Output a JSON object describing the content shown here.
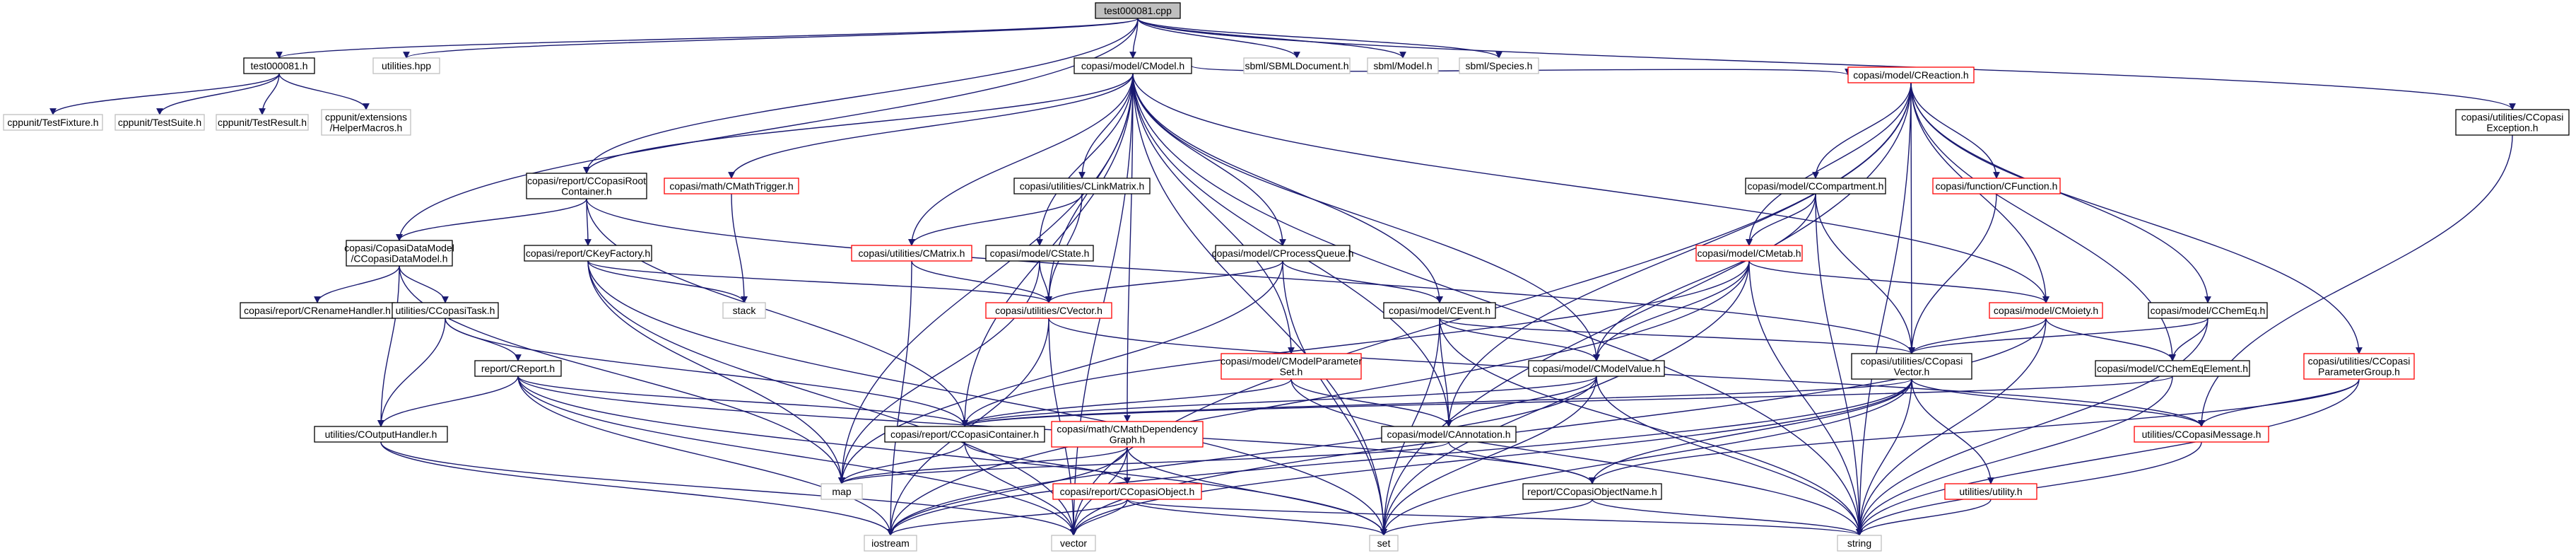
{
  "diagram": {
    "nodes": [
      {
        "id": "root",
        "lines": [
          "test000081.cpp"
        ],
        "kind": "root"
      },
      {
        "id": "t81h",
        "lines": [
          "test000081.h"
        ],
        "kind": "normal"
      },
      {
        "id": "utilhpp",
        "lines": [
          "utilities.hpp"
        ],
        "kind": "plain"
      },
      {
        "id": "cmodel",
        "lines": [
          "copasi/model/CModel.h"
        ],
        "kind": "normal"
      },
      {
        "id": "sbmldoc",
        "lines": [
          "sbml/SBMLDocument.h"
        ],
        "kind": "plain"
      },
      {
        "id": "sbmlmodel",
        "lines": [
          "sbml/Model.h"
        ],
        "kind": "plain"
      },
      {
        "id": "sbmlspecies",
        "lines": [
          "sbml/Species.h"
        ],
        "kind": "plain"
      },
      {
        "id": "fixture",
        "lines": [
          "cppunit/TestFixture.h"
        ],
        "kind": "plain"
      },
      {
        "id": "suite",
        "lines": [
          "cppunit/TestSuite.h"
        ],
        "kind": "plain"
      },
      {
        "id": "result",
        "lines": [
          "cppunit/TestResult.h"
        ],
        "kind": "plain"
      },
      {
        "id": "helper",
        "lines": [
          "cppunit/extensions",
          "/HelperMacros.h"
        ],
        "kind": "plain"
      },
      {
        "id": "rootcont",
        "lines": [
          "copasi/report/CCopasiRoot",
          "Container.h"
        ],
        "kind": "normal"
      },
      {
        "id": "mtrigger",
        "lines": [
          "copasi/math/CMathTrigger.h"
        ],
        "kind": "red"
      },
      {
        "id": "linkmatrix",
        "lines": [
          "copasi/utilities/CLinkMatrix.h"
        ],
        "kind": "normal"
      },
      {
        "id": "creaction",
        "lines": [
          "copasi/model/CReaction.h"
        ],
        "kind": "red"
      },
      {
        "id": "cexception",
        "lines": [
          "copasi/utilities/CCopasi",
          "Exception.h"
        ],
        "kind": "normal"
      },
      {
        "id": "datamodel",
        "lines": [
          "copasi/CopasiDataModel",
          "/CCopasiDataModel.h"
        ],
        "kind": "normal"
      },
      {
        "id": "keyfactory",
        "lines": [
          "copasi/report/CKeyFactory.h"
        ],
        "kind": "normal"
      },
      {
        "id": "cmatrix",
        "lines": [
          "copasi/utilities/CMatrix.h"
        ],
        "kind": "red"
      },
      {
        "id": "cstate",
        "lines": [
          "copasi/model/CState.h"
        ],
        "kind": "normal"
      },
      {
        "id": "pqueue",
        "lines": [
          "copasi/model/CProcessQueue.h"
        ],
        "kind": "normal"
      },
      {
        "id": "ccompartment",
        "lines": [
          "copasi/model/CCompartment.h"
        ],
        "kind": "normal"
      },
      {
        "id": "cfunction",
        "lines": [
          "copasi/function/CFunction.h"
        ],
        "kind": "red"
      },
      {
        "id": "cmetab",
        "lines": [
          "copasi/model/CMetab.h"
        ],
        "kind": "red"
      },
      {
        "id": "stack",
        "lines": [
          "stack"
        ],
        "kind": "plain"
      },
      {
        "id": "renamehandler",
        "lines": [
          "copasi/report/CRenameHandler.h"
        ],
        "kind": "normal"
      },
      {
        "id": "ccopasitask",
        "lines": [
          "utilities/CCopasiTask.h"
        ],
        "kind": "normal"
      },
      {
        "id": "cvector",
        "lines": [
          "copasi/utilities/CVector.h"
        ],
        "kind": "red"
      },
      {
        "id": "cevent",
        "lines": [
          "copasi/model/CEvent.h"
        ],
        "kind": "normal"
      },
      {
        "id": "cmoiety",
        "lines": [
          "copasi/model/CMoiety.h"
        ],
        "kind": "red"
      },
      {
        "id": "chemeq",
        "lines": [
          "copasi/model/CChemEq.h"
        ],
        "kind": "normal"
      },
      {
        "id": "creport",
        "lines": [
          "report/CReport.h"
        ],
        "kind": "normal"
      },
      {
        "id": "mvparamset",
        "lines": [
          "copasi/model/CModelParameter",
          "Set.h"
        ],
        "kind": "red"
      },
      {
        "id": "cmodelvalue",
        "lines": [
          "copasi/model/CModelValue.h"
        ],
        "kind": "normal"
      },
      {
        "id": "copasivector",
        "lines": [
          "copasi/utilities/CCopasi",
          "Vector.h"
        ],
        "kind": "normal"
      },
      {
        "id": "chemeqelem",
        "lines": [
          "copasi/model/CChemEqElement.h"
        ],
        "kind": "normal"
      },
      {
        "id": "paramgroup",
        "lines": [
          "copasi/utilities/CCopasi",
          "ParameterGroup.h"
        ],
        "kind": "red"
      },
      {
        "id": "outputhandler",
        "lines": [
          "utilities/COutputHandler.h"
        ],
        "kind": "normal"
      },
      {
        "id": "copasicontainer",
        "lines": [
          "copasi/report/CCopasiContainer.h"
        ],
        "kind": "normal"
      },
      {
        "id": "mathdep",
        "lines": [
          "copasi/math/CMathDependency",
          "Graph.h"
        ],
        "kind": "red"
      },
      {
        "id": "cannotation",
        "lines": [
          "copasi/model/CAnnotation.h"
        ],
        "kind": "normal"
      },
      {
        "id": "ccopasimessage",
        "lines": [
          "utilities/CCopasiMessage.h"
        ],
        "kind": "red"
      },
      {
        "id": "map",
        "lines": [
          "map"
        ],
        "kind": "plain"
      },
      {
        "id": "copasiobject",
        "lines": [
          "copasi/report/CCopasiObject.h"
        ],
        "kind": "red"
      },
      {
        "id": "objectname",
        "lines": [
          "report/CCopasiObjectName.h"
        ],
        "kind": "normal"
      },
      {
        "id": "utility",
        "lines": [
          "utilities/utility.h"
        ],
        "kind": "red"
      },
      {
        "id": "iostream",
        "lines": [
          "iostream"
        ],
        "kind": "plain"
      },
      {
        "id": "vector",
        "lines": [
          "vector"
        ],
        "kind": "plain"
      },
      {
        "id": "set",
        "lines": [
          "set"
        ],
        "kind": "plain"
      },
      {
        "id": "string",
        "lines": [
          "string"
        ],
        "kind": "plain"
      }
    ],
    "edges": [
      [
        "root",
        "t81h"
      ],
      [
        "root",
        "utilhpp"
      ],
      [
        "root",
        "cmodel"
      ],
      [
        "root",
        "sbmldoc"
      ],
      [
        "root",
        "sbmlmodel"
      ],
      [
        "root",
        "sbmlspecies"
      ],
      [
        "root",
        "datamodel"
      ],
      [
        "root",
        "rootcont"
      ],
      [
        "root",
        "cexception"
      ],
      [
        "t81h",
        "fixture"
      ],
      [
        "t81h",
        "suite"
      ],
      [
        "t81h",
        "result"
      ],
      [
        "t81h",
        "helper"
      ],
      [
        "cmodel",
        "rootcont"
      ],
      [
        "cmodel",
        "mtrigger"
      ],
      [
        "cmodel",
        "linkmatrix"
      ],
      [
        "cmodel",
        "creaction"
      ],
      [
        "cmodel",
        "cmatrix"
      ],
      [
        "cmodel",
        "cstate"
      ],
      [
        "cmodel",
        "pqueue"
      ],
      [
        "cmodel",
        "cevent"
      ],
      [
        "cmodel",
        "mvparamset"
      ],
      [
        "cmodel",
        "cmodelvalue"
      ],
      [
        "cmodel",
        "cmoiety"
      ],
      [
        "cmodel",
        "mathdep"
      ],
      [
        "cmodel",
        "cannotation"
      ],
      [
        "cmodel",
        "copasicontainer"
      ],
      [
        "cmodel",
        "map"
      ],
      [
        "cmodel",
        "set"
      ],
      [
        "cmodel",
        "string"
      ],
      [
        "cmodel",
        "vector"
      ],
      [
        "cmodel",
        "cvector"
      ],
      [
        "rootcont",
        "datamodel"
      ],
      [
        "rootcont",
        "keyfactory"
      ],
      [
        "rootcont",
        "copasicontainer"
      ],
      [
        "rootcont",
        "copasivector"
      ],
      [
        "mtrigger",
        "stack"
      ],
      [
        "linkmatrix",
        "cmatrix"
      ],
      [
        "linkmatrix",
        "cvector"
      ],
      [
        "creaction",
        "ccompartment"
      ],
      [
        "creaction",
        "cfunction"
      ],
      [
        "creaction",
        "cmetab"
      ],
      [
        "creaction",
        "cmoiety"
      ],
      [
        "creaction",
        "chemeq"
      ],
      [
        "creaction",
        "paramgroup"
      ],
      [
        "creaction",
        "copasivector"
      ],
      [
        "creaction",
        "cannotation"
      ],
      [
        "creaction",
        "string"
      ],
      [
        "creaction",
        "vector"
      ],
      [
        "creaction",
        "chemeqelem"
      ],
      [
        "creaction",
        "set"
      ],
      [
        "cexception",
        "ccopasimessage"
      ],
      [
        "datamodel",
        "renamehandler"
      ],
      [
        "datamodel",
        "ccopasitask"
      ],
      [
        "datamodel",
        "outputhandler"
      ],
      [
        "datamodel",
        "map"
      ],
      [
        "keyfactory",
        "stack"
      ],
      [
        "keyfactory",
        "map"
      ],
      [
        "keyfactory",
        "vector"
      ],
      [
        "keyfactory",
        "set"
      ],
      [
        "keyfactory",
        "cvector"
      ],
      [
        "cmatrix",
        "cvector"
      ],
      [
        "cmatrix",
        "iostream"
      ],
      [
        "cstate",
        "cvector"
      ],
      [
        "cstate",
        "map"
      ],
      [
        "pqueue",
        "cvector"
      ],
      [
        "pqueue",
        "cevent"
      ],
      [
        "pqueue",
        "map"
      ],
      [
        "pqueue",
        "set"
      ],
      [
        "ccompartment",
        "cmetab"
      ],
      [
        "ccompartment",
        "copasivector"
      ],
      [
        "ccompartment",
        "cmodelvalue"
      ],
      [
        "ccompartment",
        "string"
      ],
      [
        "cfunction",
        "copasivector"
      ],
      [
        "cmetab",
        "cmoiety"
      ],
      [
        "cmetab",
        "cmodelvalue"
      ],
      [
        "cmetab",
        "copasicontainer"
      ],
      [
        "cmetab",
        "string"
      ],
      [
        "cmetab",
        "set"
      ],
      [
        "cmetab",
        "iostream"
      ],
      [
        "ccopasitask",
        "creport"
      ],
      [
        "ccopasitask",
        "outputhandler"
      ],
      [
        "ccopasitask",
        "copasicontainer"
      ],
      [
        "cvector",
        "iostream"
      ],
      [
        "cvector",
        "vector"
      ],
      [
        "cvector",
        "ccopasimessage"
      ],
      [
        "cevent",
        "copasivector"
      ],
      [
        "cevent",
        "cannotation"
      ],
      [
        "cevent",
        "cmodelvalue"
      ],
      [
        "cevent",
        "string"
      ],
      [
        "cevent",
        "set"
      ],
      [
        "cmoiety",
        "copasivector"
      ],
      [
        "cmoiety",
        "chemeqelem"
      ],
      [
        "cmoiety",
        "string"
      ],
      [
        "cmoiety",
        "vector"
      ],
      [
        "chemeq",
        "copasivector"
      ],
      [
        "chemeq",
        "chemeqelem"
      ],
      [
        "chemeq",
        "string"
      ],
      [
        "creport",
        "outputhandler"
      ],
      [
        "creport",
        "copasicontainer"
      ],
      [
        "creport",
        "objectname"
      ],
      [
        "creport",
        "iostream"
      ],
      [
        "creport",
        "vector"
      ],
      [
        "creport",
        "set"
      ],
      [
        "mvparamset",
        "copasicontainer"
      ],
      [
        "mvparamset",
        "cannotation"
      ],
      [
        "mvparamset",
        "string"
      ],
      [
        "cmodelvalue",
        "copasicontainer"
      ],
      [
        "cmodelvalue",
        "cannotation"
      ],
      [
        "cmodelvalue",
        "string"
      ],
      [
        "cmodelvalue",
        "iostream"
      ],
      [
        "cmodelvalue",
        "set"
      ],
      [
        "copasivector",
        "copasicontainer"
      ],
      [
        "copasivector",
        "ccopasimessage"
      ],
      [
        "copasivector",
        "utility"
      ],
      [
        "copasivector",
        "string"
      ],
      [
        "copasivector",
        "iostream"
      ],
      [
        "copasivector",
        "vector"
      ],
      [
        "copasivector",
        "objectname"
      ],
      [
        "copasivector",
        "set"
      ],
      [
        "chemeqelem",
        "copasicontainer"
      ],
      [
        "chemeqelem",
        "string"
      ],
      [
        "paramgroup",
        "ccopasimessage"
      ],
      [
        "paramgroup",
        "objectname"
      ],
      [
        "paramgroup",
        "string"
      ],
      [
        "outputhandler",
        "iostream"
      ],
      [
        "outputhandler",
        "vector"
      ],
      [
        "copasicontainer",
        "copasiobject"
      ],
      [
        "copasicontainer",
        "map"
      ],
      [
        "copasicontainer",
        "vector"
      ],
      [
        "mathdep",
        "copasiobject"
      ],
      [
        "mathdep",
        "map"
      ],
      [
        "mathdep",
        "iostream"
      ],
      [
        "mathdep",
        "vector"
      ],
      [
        "mathdep",
        "set"
      ],
      [
        "cannotation",
        "objectname"
      ],
      [
        "cannotation",
        "map"
      ],
      [
        "ccopasimessage",
        "string"
      ],
      [
        "copasiobject",
        "iostream"
      ],
      [
        "copasiobject",
        "vector"
      ],
      [
        "copasiobject",
        "set"
      ],
      [
        "copasiobject",
        "string"
      ],
      [
        "objectname",
        "string"
      ],
      [
        "objectname",
        "set"
      ],
      [
        "utility",
        "string"
      ]
    ]
  }
}
